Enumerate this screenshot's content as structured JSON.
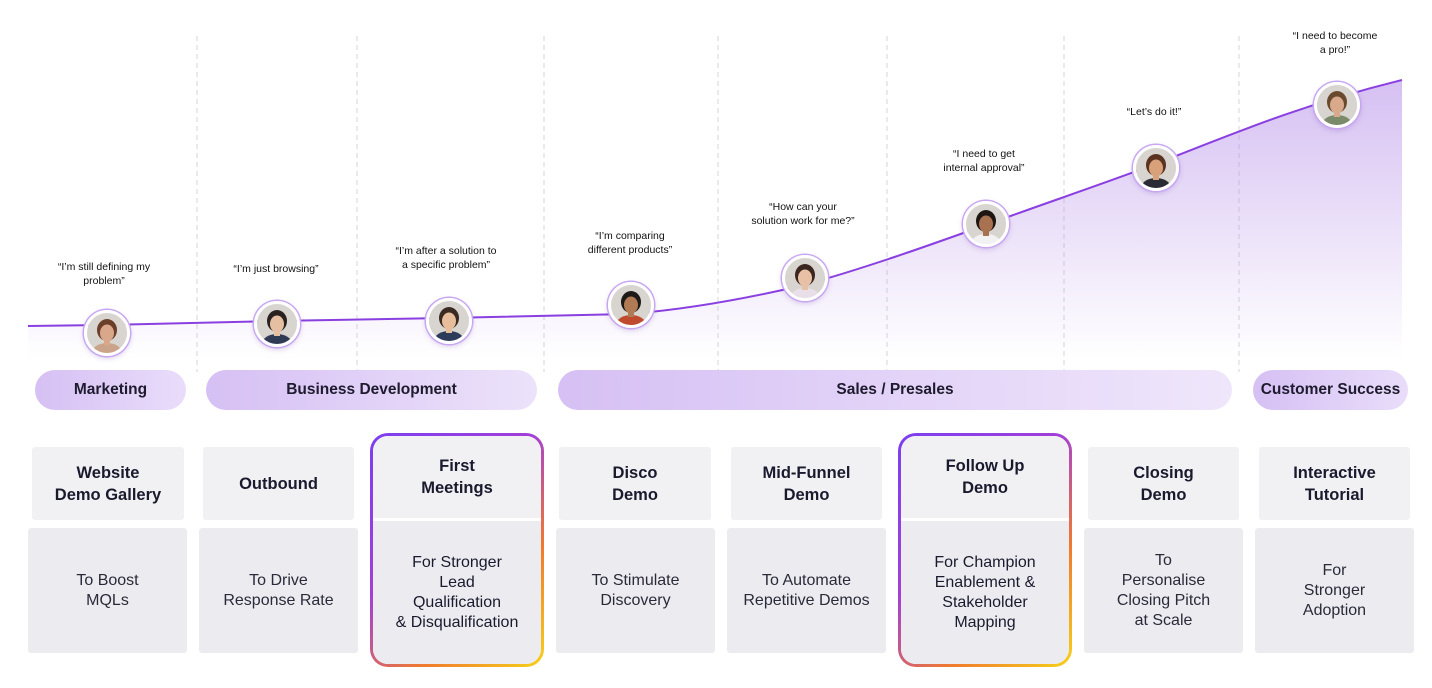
{
  "colors": {
    "accent": "#7b3ff2",
    "curve": "#8a3fe0",
    "pill": "#dcc8f6",
    "card": "#f1f1f4",
    "highlight_start": "#7b3ff2",
    "highlight_end": "#f6d21a"
  },
  "stages": [
    {
      "quote": "“I’m still defining my\nproblem”",
      "avatar": "avatar-woman-curly-hair",
      "skin": "#d9a78a",
      "hair": "#6b3f2a",
      "shirt": "#c9a48a"
    },
    {
      "quote": "“I’m just browsing”",
      "avatar": "avatar-woman-dark-hair",
      "skin": "#e6bfa3",
      "hair": "#2a2220",
      "shirt": "#2f3a55"
    },
    {
      "quote": "“I’m after a solution to\na specific problem”",
      "avatar": "avatar-man-suit",
      "skin": "#e7bd9c",
      "hair": "#3a2a22",
      "shirt": "#2d3b5a"
    },
    {
      "quote": "“I’m comparing\ndifferent products”",
      "avatar": "avatar-man-glasses",
      "skin": "#b07a55",
      "hair": "#1e1a18",
      "shirt": "#c04a2e"
    },
    {
      "quote": "“How can your\nsolution work for me?”",
      "avatar": "avatar-woman-long-hair",
      "skin": "#e7c0a6",
      "hair": "#3b2620",
      "shirt": "#e9dfe8"
    },
    {
      "quote": "“I need to get\ninternal approval”",
      "avatar": "avatar-woman-afro",
      "skin": "#a8714f",
      "hair": "#1d1612",
      "shirt": "#f2f2f2"
    },
    {
      "quote": "“Let’s do it!”",
      "avatar": "avatar-man-beard",
      "skin": "#d9a17a",
      "hair": "#5a3420",
      "shirt": "#2b2b35"
    },
    {
      "quote": "“I need to become\na pro!”",
      "avatar": "avatar-man-smiling",
      "skin": "#d8a98a",
      "hair": "#6a4a2e",
      "shirt": "#7a8a6a"
    }
  ],
  "departments": [
    {
      "label": "Marketing"
    },
    {
      "label": "Business Development"
    },
    {
      "label": "Sales / Presales"
    },
    {
      "label": "Customer Success"
    }
  ],
  "cards": [
    {
      "title": "Website\nDemo Gallery",
      "purpose": "To Boost\nMQLs",
      "highlighted": false
    },
    {
      "title": "Outbound",
      "purpose": "To Drive\nResponse Rate",
      "highlighted": false
    },
    {
      "title": "First\nMeetings",
      "purpose": "For Stronger\nLead\nQualification\n& Disqualification",
      "highlighted": true
    },
    {
      "title": "Disco\nDemo",
      "purpose": "To Stimulate\nDiscovery",
      "highlighted": false
    },
    {
      "title": "Mid-Funnel\nDemo",
      "purpose": "To Automate\nRepetitive Demos",
      "highlighted": false
    },
    {
      "title": "Follow Up\nDemo",
      "purpose": "For Champion\nEnablement &\nStakeholder\nMapping",
      "highlighted": true
    },
    {
      "title": "Closing\nDemo",
      "purpose": "To\nPersonalise\nClosing Pitch\nat Scale",
      "highlighted": false
    },
    {
      "title": "Interactive\nTutorial",
      "purpose": "For\nStronger\nAdoption",
      "highlighted": false
    }
  ]
}
